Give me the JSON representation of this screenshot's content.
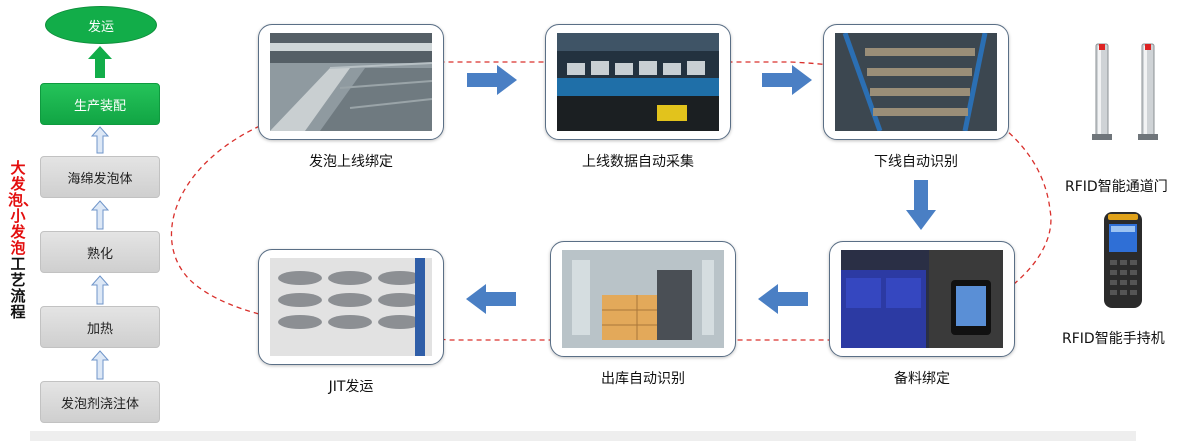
{
  "process": {
    "final": "发运",
    "steps": [
      "生产装配",
      "海绵发泡体",
      "熟化",
      "加热",
      "发泡剂浇注体"
    ],
    "vertical_title_red": "大发泡、小发泡",
    "vertical_title_black": "工艺流程"
  },
  "stages": [
    {
      "caption": "发泡上线绑定"
    },
    {
      "caption": "上线数据自动采集"
    },
    {
      "caption": "下线自动识别"
    },
    {
      "caption": "备料绑定"
    },
    {
      "caption": "出库自动识别"
    },
    {
      "caption": "JIT发运"
    }
  ],
  "devices": [
    {
      "label": "RFID智能通道门"
    },
    {
      "label": "RFID智能手持机"
    }
  ],
  "colors": {
    "green": "#12ad49",
    "arrow_blue": "#4a7fc4",
    "loop_red": "#d9302c",
    "card_border": "#5a6f86"
  }
}
